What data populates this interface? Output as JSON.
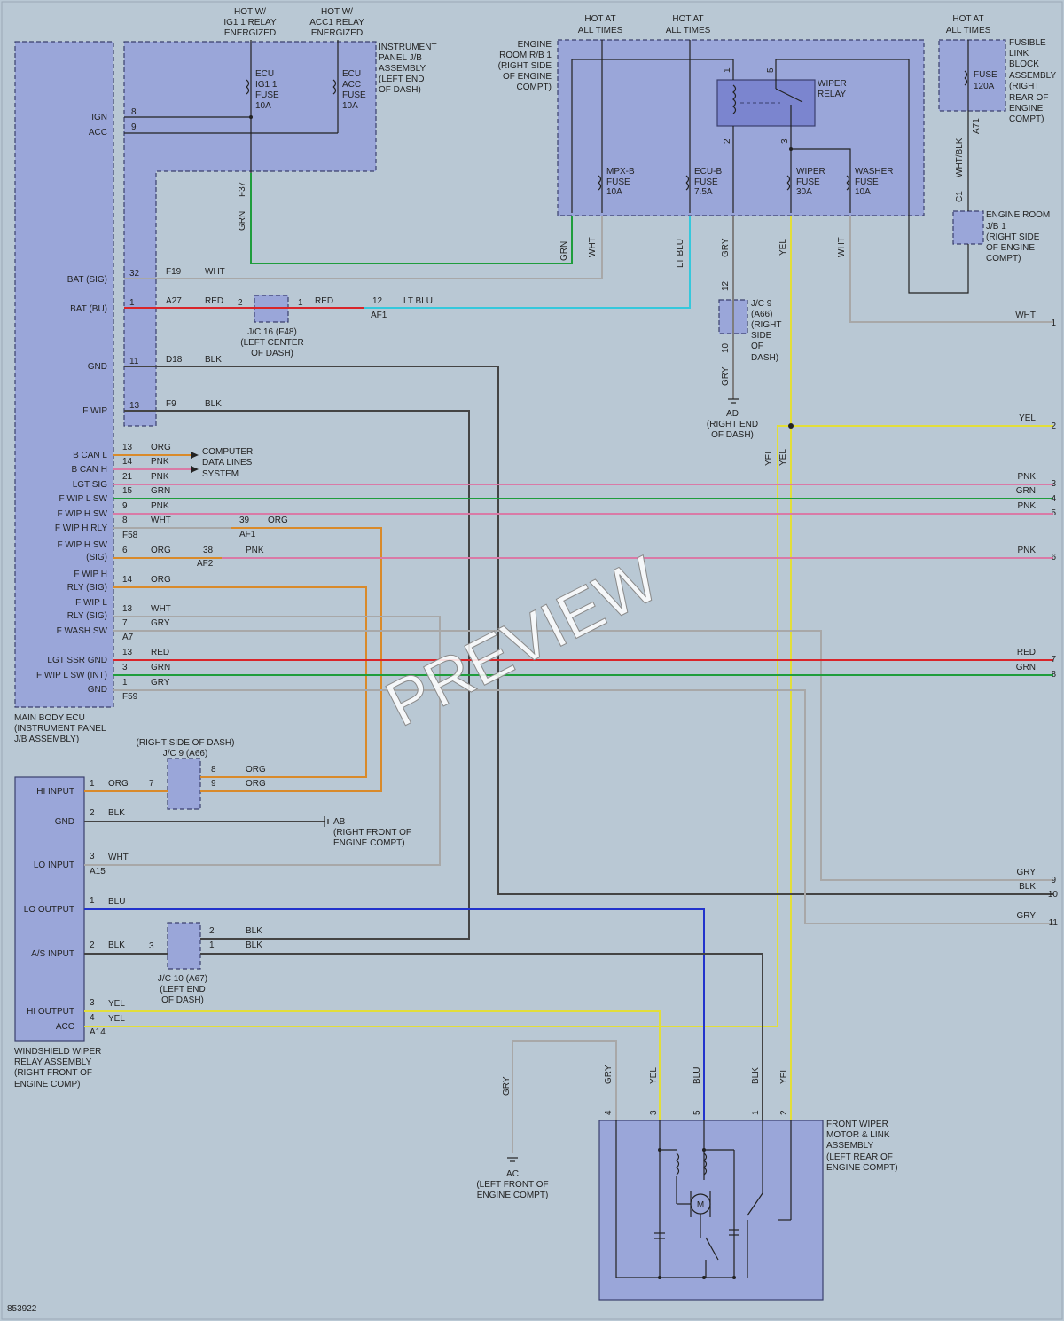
{
  "figure_id": "853922",
  "watermark": "PREVIEW",
  "hot_labels": {
    "ig1": [
      "HOT W/",
      "IG1 1 RELAY",
      "ENERGIZED"
    ],
    "acc1": [
      "HOT W/",
      "ACC1 RELAY",
      "ENERGIZED"
    ],
    "hot1": [
      "HOT AT",
      "ALL TIMES"
    ],
    "hot2": [
      "HOT AT",
      "ALL TIMES"
    ],
    "hot3": [
      "HOT AT",
      "ALL TIMES"
    ]
  },
  "components": {
    "ip_jb": [
      "INSTRUMENT",
      "PANEL J/B",
      "ASSEMBLY",
      "(LEFT END",
      "OF DASH)"
    ],
    "er_rb": [
      "ENGINE",
      "ROOM R/B 1",
      "(RIGHT SIDE",
      "OF ENGINE",
      "COMPT)"
    ],
    "fusible": [
      "FUSIBLE",
      "LINK",
      "BLOCK",
      "ASSEMBLY",
      "(RIGHT",
      "REAR OF",
      "ENGINE",
      "COMPT)"
    ],
    "er_jb": [
      "ENGINE ROOM",
      "J/B 1",
      "(RIGHT SIDE",
      "OF ENGINE",
      "COMPT)"
    ],
    "main_ecu": [
      "MAIN BODY ECU",
      "(INSTRUMENT PANEL",
      "J/B ASSEMBLY)"
    ],
    "jc16": [
      "J/C 16 (F48)",
      "(LEFT CENTER",
      "OF DASH)"
    ],
    "jc9_right": [
      "J/C 9",
      "(A66)",
      "(RIGHT",
      "SIDE",
      "OF",
      "DASH)"
    ],
    "jc9_left_title": [
      "(RIGHT SIDE OF DASH)",
      "J/C 9 (A66)"
    ],
    "jc10": [
      "J/C 10 (A67)",
      "(LEFT END",
      "OF DASH)"
    ],
    "relay_assy": [
      "WINDSHIELD WIPER",
      "RELAY ASSEMBLY",
      "(RIGHT FRONT OF",
      "ENGINE COMP)"
    ],
    "motor": [
      "FRONT WIPER",
      "MOTOR & LINK",
      "ASSEMBLY",
      "(LEFT REAR OF",
      "ENGINE COMPT)"
    ],
    "computer": [
      "COMPUTER",
      "DATA LINES",
      "SYSTEM"
    ],
    "ground_ad": [
      "AD",
      "(RIGHT END",
      "OF DASH)"
    ],
    "ground_ab": [
      "AB",
      "(RIGHT FRONT OF",
      "ENGINE COMPT)"
    ],
    "ground_ac": [
      "AC",
      "(LEFT FRONT OF",
      "ENGINE COMPT)"
    ],
    "wiper_relay": [
      "WIPER",
      "RELAY"
    ],
    "motor_symbol": "M"
  },
  "fuses": {
    "ecu_ig": [
      "ECU",
      "IG1 1",
      "FUSE",
      "10A"
    ],
    "ecu_acc": [
      "ECU",
      "ACC",
      "FUSE",
      "10A"
    ],
    "mpxb": [
      "MPX-B",
      "FUSE",
      "10A"
    ],
    "ecub": [
      "ECU-B",
      "FUSE",
      "7.5A"
    ],
    "wiper": [
      "WIPER",
      "FUSE",
      "30A"
    ],
    "washer": [
      "WASHER",
      "FUSE",
      "10A"
    ],
    "main120": [
      "FUSE",
      "120A"
    ]
  },
  "ecu_pins": {
    "ign": "IGN",
    "acc": "ACC",
    "bat_sig": "BAT (SIG)",
    "bat_bu": "BAT (BU)",
    "gnd": "GND",
    "fwip": "F WIP",
    "bcanl": "B CAN L",
    "bcanh": "B CAN H",
    "lgtsig": "LGT SIG",
    "fwiplsw": "F WIP L SW",
    "fwiphsw": "F WIP H SW",
    "fwiphrly": "F WIP H RLY",
    "fwiphsw_sig": [
      "F WIP H SW",
      "(SIG)"
    ],
    "fwiphrly_sig": [
      "F WIP H",
      "RLY (SIG)"
    ],
    "fwiplrly_sig": [
      "F WIP L",
      "RLY (SIG)"
    ],
    "fwashsw": "F WASH SW",
    "lgtssrgnd": "LGT SSR GND",
    "fwiplswint": "F WIP L SW (INT)",
    "gnd2": "GND"
  },
  "relay_pins": {
    "hi_input": "HI INPUT",
    "gnd": "GND",
    "lo_input": "LO INPUT",
    "lo_output": "LO OUTPUT",
    "as_input": "A/S INPUT",
    "hi_output": "HI OUTPUT",
    "acc": "ACC"
  },
  "wire_colors": {
    "WHT": "#a8a8a8",
    "RED": "#d9252a",
    "LT BLU": "#35c8dc",
    "BLK": "#444444",
    "ORG": "#d98a2a",
    "PNK": "#d97aa6",
    "GRN": "#1f9d3c",
    "GRY": "#7e7e7e",
    "YEL": "#e2de3a",
    "BLU": "#2233cc"
  },
  "edge_wires": [
    {
      "num": "1",
      "color": "WHT"
    },
    {
      "num": "2",
      "color": "YEL"
    },
    {
      "num": "3",
      "color": "PNK"
    },
    {
      "num": "4",
      "color": "GRN"
    },
    {
      "num": "5",
      "color": "PNK"
    },
    {
      "num": "6",
      "color": "PNK"
    },
    {
      "num": "7",
      "color": "RED"
    },
    {
      "num": "8",
      "color": "GRN"
    },
    {
      "num": "9",
      "color": "GRY"
    },
    {
      "num": "10",
      "color": "BLK"
    },
    {
      "num": "11",
      "color": "GRY"
    }
  ],
  "labels": {
    "conn_f37": "F37",
    "conn_f19": "F19",
    "conn_a27": "A27",
    "conn_d18": "D18",
    "conn_f9": "F9",
    "conn_af1": "AF1",
    "conn_af1b": "AF1",
    "conn_af2": "AF2",
    "conn_f58": "F58",
    "conn_a7": "A7",
    "conn_f59": "F59",
    "conn_a15": "A15",
    "conn_a14": "A14",
    "conn_a71": "A71",
    "conn_c1": "C1",
    "n8": "8",
    "n9": "9",
    "n32": "32",
    "n1": "1",
    "n2": "2",
    "n11": "11",
    "n13": "13",
    "n12": "12",
    "n10": "10",
    "n14": "14",
    "n21": "21",
    "n15": "15",
    "n6": "6",
    "n7": "7",
    "n3": "3",
    "n4": "4",
    "n5": "5",
    "n39": "39",
    "n38": "38",
    "grn": "GRN",
    "wht": "WHT",
    "red": "RED",
    "ltblu": "LT BLU",
    "blk": "BLK",
    "org": "ORG",
    "pnk": "PNK",
    "gry": "GRY",
    "yel": "YEL",
    "blu": "BLU",
    "whtblk": "WHT/BLK"
  }
}
